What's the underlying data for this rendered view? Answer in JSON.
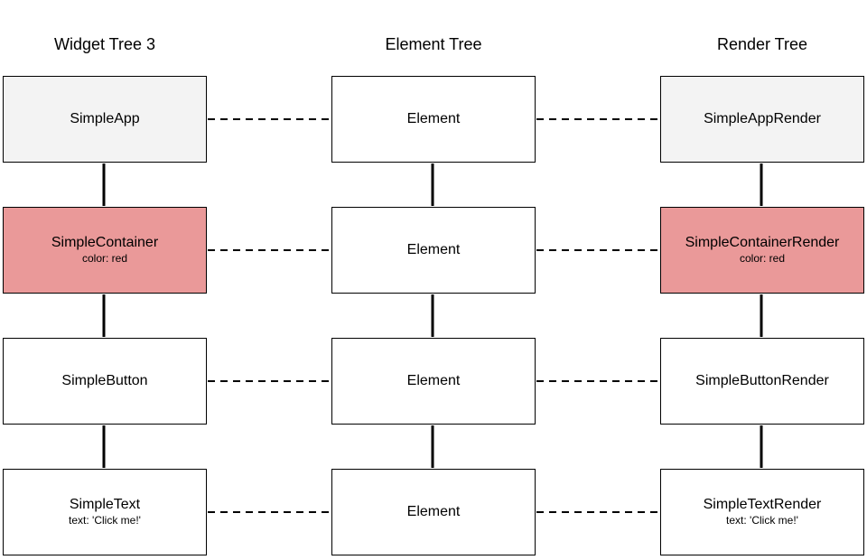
{
  "columns": {
    "widget": {
      "title": "Widget Tree 3"
    },
    "element": {
      "title": "Element Tree"
    },
    "render": {
      "title": "Render Tree"
    }
  },
  "widget_nodes": [
    {
      "name": "SimpleApp",
      "prop": ""
    },
    {
      "name": "SimpleContainer",
      "prop": "color: red"
    },
    {
      "name": "SimpleButton",
      "prop": ""
    },
    {
      "name": "SimpleText",
      "prop": "text: 'Click me!'"
    }
  ],
  "element_nodes": [
    {
      "name": "Element"
    },
    {
      "name": "Element"
    },
    {
      "name": "Element"
    },
    {
      "name": "Element"
    }
  ],
  "render_nodes": [
    {
      "name": "SimpleAppRender",
      "prop": ""
    },
    {
      "name": "SimpleContainerRender",
      "prop": "color: red"
    },
    {
      "name": "SimpleButtonRender",
      "prop": ""
    },
    {
      "name": "SimpleTextRender",
      "prop": "text: 'Click me!'"
    }
  ],
  "colors": {
    "grey_fill": "#f3f3f3",
    "red_fill": "#ea9999",
    "white_fill": "#ffffff",
    "line": "#000000"
  }
}
